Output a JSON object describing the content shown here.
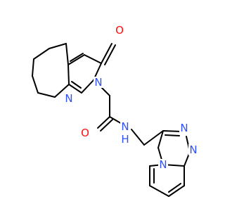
{
  "molecule": {
    "atoms": [
      {
        "id": "O1",
        "label": "O",
        "color": "#ff0d0d"
      },
      {
        "id": "N2",
        "label": "N",
        "color": "#3050f8"
      },
      {
        "id": "N3",
        "label": "N",
        "color": "#3050f8"
      },
      {
        "id": "O4",
        "label": "O",
        "color": "#ff0d0d"
      },
      {
        "id": "NH",
        "label": "N",
        "color": "#3050f8"
      },
      {
        "id": "H",
        "label": "H",
        "color": "#3050f8"
      },
      {
        "id": "N5",
        "label": "N",
        "color": "#3050f8"
      },
      {
        "id": "N6",
        "label": "N",
        "color": "#3050f8"
      },
      {
        "id": "N7",
        "label": "N",
        "color": "#3050f8"
      }
    ]
  }
}
